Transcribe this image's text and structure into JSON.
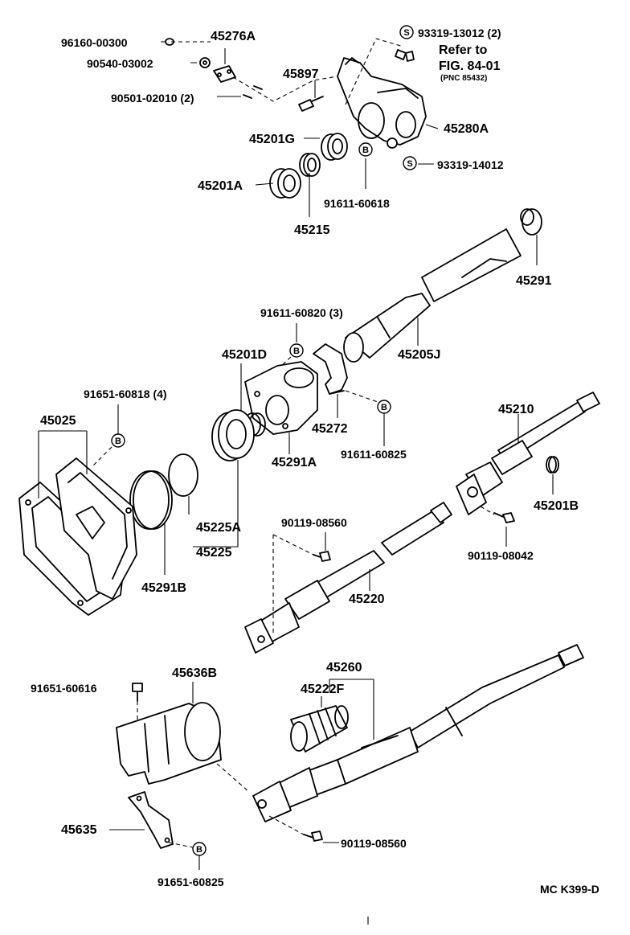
{
  "labels": {
    "p96160": "96160-00300",
    "p45276A": "45276A",
    "p90540": "90540-03002",
    "p90501": "90501-02010 (2)",
    "p45897": "45897",
    "p93319_13012": "93319-13012 (2)",
    "ref_to": "Refer to",
    "ref_fig": "FIG. 84-01",
    "ref_pnc": "(PNC 85432)",
    "p45280A": "45280A",
    "p45201G": "45201G",
    "p93319_14012": "93319-14012",
    "p45201A": "45201A",
    "p91611_60618": "91611-60618",
    "p45215": "45215",
    "p45291": "45291",
    "p91611_60820": "91611-60820 (3)",
    "p45201D": "45201D",
    "p45205J": "45205J",
    "p91651_60818": "91651-60818 (4)",
    "p45025": "45025",
    "p45272": "45272",
    "p45210": "45210",
    "p91611_60825": "91611-60825",
    "p45291A": "45291A",
    "p45201B": "45201B",
    "p45225A": "45225A",
    "p45225": "45225",
    "p90119_08560_a": "90119-08560",
    "p90119_08042": "90119-08042",
    "p45291B": "45291B",
    "p45220": "45220",
    "p45260": "45260",
    "p45636B": "45636B",
    "p91651_60616": "91651-60616",
    "p45222F": "45222F",
    "p45635": "45635",
    "p90119_08560_b": "90119-08560",
    "p91651_60825": "91651-60825",
    "footer_code": "MC K399-D"
  },
  "symbols": {
    "s": "S",
    "b": "B"
  },
  "icons": {
    "circle_s": "circled-s-symbol-icon",
    "circle_b": "circled-b-symbol-icon"
  }
}
